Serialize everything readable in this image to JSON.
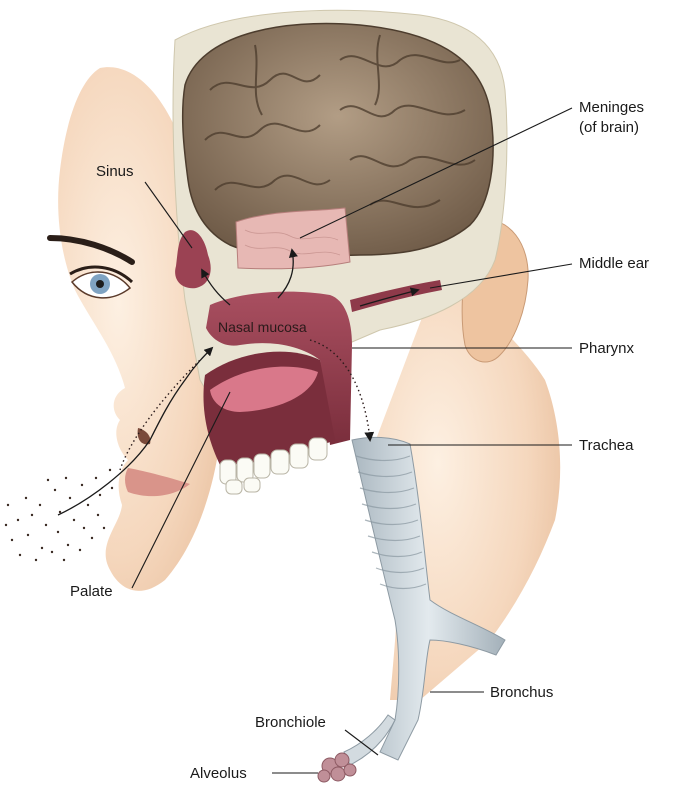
{
  "labels": {
    "meninges": "Meninges",
    "meninges_sub": "(of brain)",
    "sinus": "Sinus",
    "middle_ear": "Middle ear",
    "nasal_mucosa": "Nasal mucosa",
    "pharynx": "Pharynx",
    "trachea": "Trachea",
    "palate": "Palate",
    "bronchus": "Bronchus",
    "bronchiole": "Bronchiole",
    "alveolus": "Alveolus"
  },
  "colors": {
    "skin": "#f6dcc4",
    "skull_interior": "#e6e1cf",
    "brain": "#8a7560",
    "mucosa": "#8e3a4a",
    "trachea": "#c9d3da",
    "alveolus": "#b9868f"
  }
}
